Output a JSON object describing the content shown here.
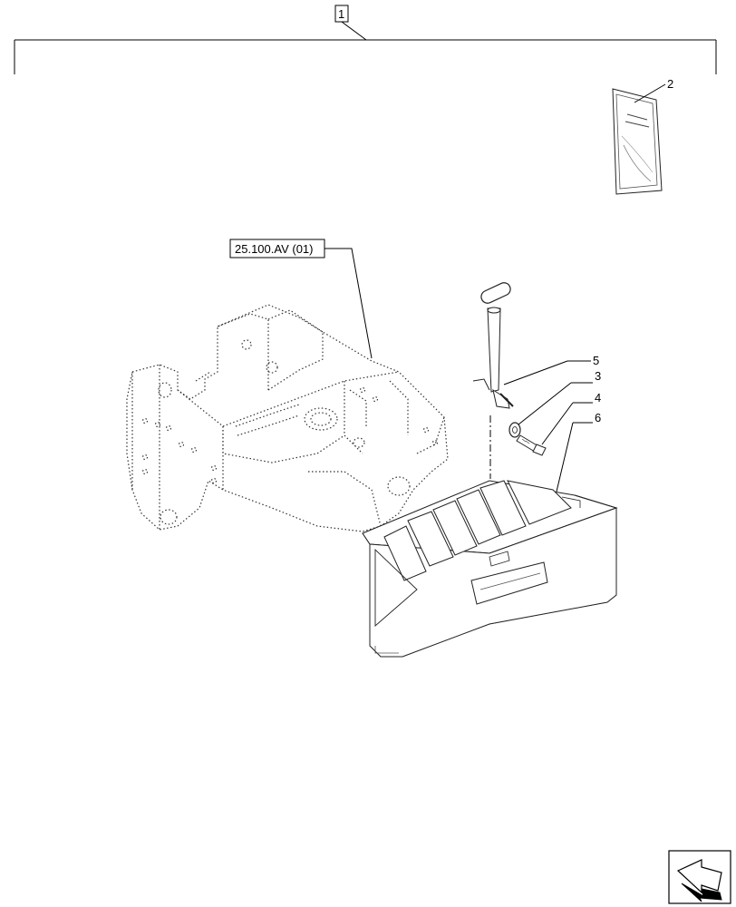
{
  "assembly_callout": "1",
  "reference_label": "25.100.AV (01)",
  "callouts": {
    "c2": "2",
    "c3": "3",
    "c4": "4",
    "c5": "5",
    "c6": "6"
  },
  "icons": {
    "navigation": "next-page-arrow-icon"
  }
}
